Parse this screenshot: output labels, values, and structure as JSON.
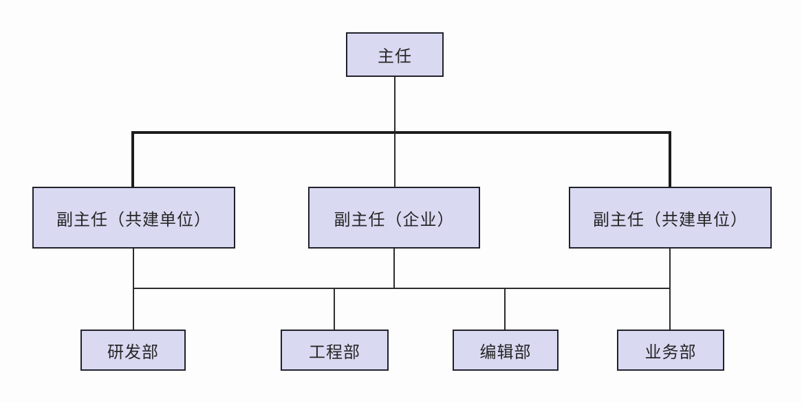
{
  "diagram": {
    "type": "org-chart",
    "background_color": "#ffffff",
    "node_fill_color": "#d9d9f2",
    "node_border_color": "#20202a",
    "connector_color": "#2b2b2b",
    "nodes": {
      "root": {
        "label": "主任"
      },
      "level2": [
        {
          "label": "副主任（共建单位）"
        },
        {
          "label": "副主任（企业）"
        },
        {
          "label": "副主任（共建单位）"
        }
      ],
      "level3": [
        {
          "label": "研发部"
        },
        {
          "label": "工程部"
        },
        {
          "label": "编辑部"
        },
        {
          "label": "业务部"
        }
      ]
    },
    "edges": [
      {
        "from": "主任",
        "to": "副主任（共建单位）"
      },
      {
        "from": "主任",
        "to": "副主任（企业）"
      },
      {
        "from": "主任",
        "to": "副主任（共建单位）"
      },
      {
        "from": "副主任",
        "to": "研发部"
      },
      {
        "from": "副主任",
        "to": "工程部"
      },
      {
        "from": "副主任",
        "to": "编辑部"
      },
      {
        "from": "副主任",
        "to": "业务部"
      }
    ]
  }
}
